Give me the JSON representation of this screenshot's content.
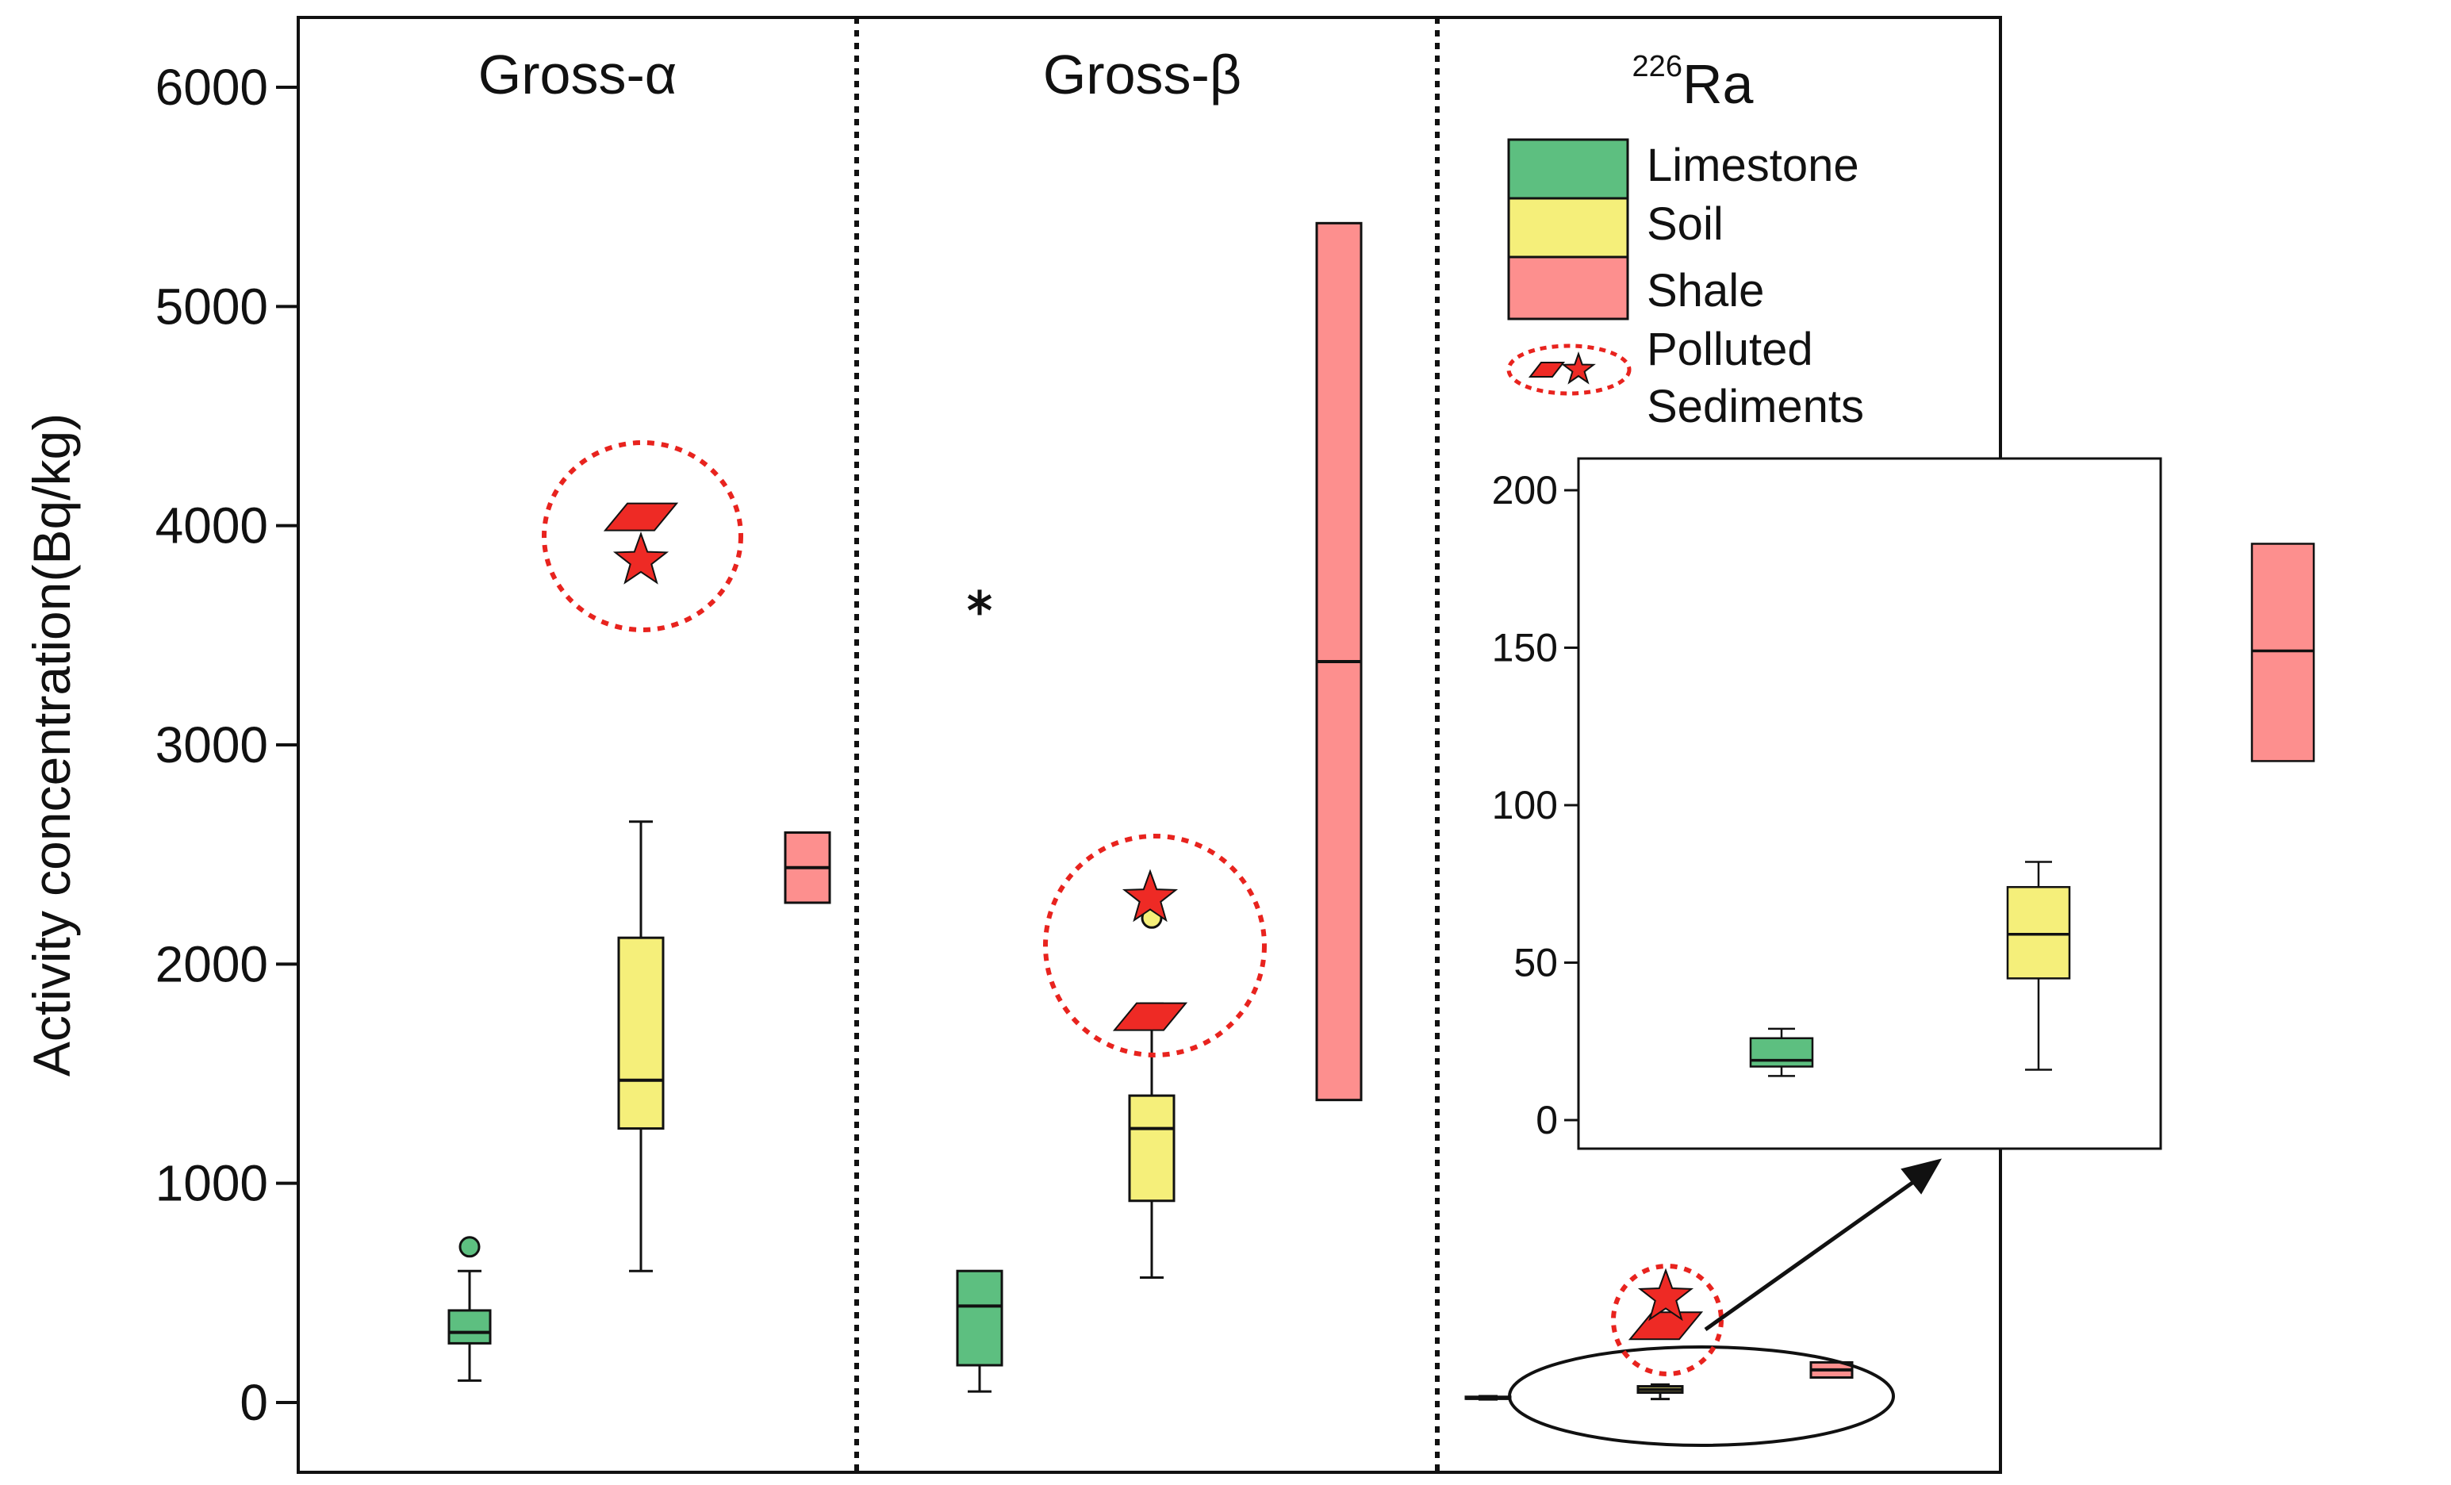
{
  "colors": {
    "limestone": "#5dbf80",
    "soil": "#f5ef7a",
    "shale": "#fd8f8e",
    "polluted": "#ee2a25",
    "circle": "#e8231e"
  },
  "chart_data": {
    "type": "box",
    "ylabel": "Activity concentration(Bq/kg)",
    "ylim": [
      0,
      6000
    ],
    "yticks": [
      "0",
      "1000",
      "2000",
      "3000",
      "4000",
      "5000",
      "6000"
    ],
    "panels": [
      {
        "title": "Gross-α",
        "boxes": [
          {
            "group": "Limestone",
            "min": 100,
            "q1": 270,
            "median": 320,
            "q3": 420,
            "max": 600,
            "outliers": [
              710
            ]
          },
          {
            "group": "Soil",
            "min": 600,
            "q1": 1250,
            "median": 1470,
            "q3": 2120,
            "max": 2650
          },
          {
            "group": "Shale",
            "q1": 2280,
            "median": 2440,
            "q3": 2600
          }
        ],
        "polluted": {
          "parallelogram": 4040,
          "star": 3840
        }
      },
      {
        "title": "Gross-β",
        "boxes": [
          {
            "group": "Limestone",
            "min": 50,
            "q1": 170,
            "median": 440,
            "q3": 600,
            "max": 600
          },
          {
            "group": "Soil",
            "min": 570,
            "q1": 920,
            "median": 1250,
            "q3": 1400,
            "max": 1820,
            "outliers": [
              2210
            ]
          },
          {
            "group": "Shale",
            "q1": 1380,
            "median": 3380,
            "q3": 5380
          }
        ],
        "extreme_outlier": {
          "group": "Limestone",
          "value": 3650
        },
        "polluted": {
          "parallelogram": 1760,
          "star": 2300
        }
      },
      {
        "title_super": "226",
        "title_main": "Ra",
        "boxes": [
          {
            "group": "Limestone",
            "min": 14,
            "q1": 17,
            "median": 19,
            "q3": 26,
            "max": 29
          },
          {
            "group": "Soil",
            "min": 16,
            "q1": 45,
            "median": 59,
            "q3": 74,
            "max": 82
          },
          {
            "group": "Shale",
            "q1": 114,
            "median": 149,
            "q3": 183
          }
        ],
        "polluted": {
          "parallelogram": 350,
          "star": 480
        },
        "inset": {
          "ylim": [
            0,
            200
          ],
          "yticks": [
            "0",
            "50",
            "100",
            "150",
            "200"
          ]
        }
      }
    ],
    "legend": {
      "items": [
        "Limestone",
        "Soil",
        "Shale"
      ],
      "polluted_line1": "Polluted",
      "polluted_line2": "Sediments"
    }
  }
}
